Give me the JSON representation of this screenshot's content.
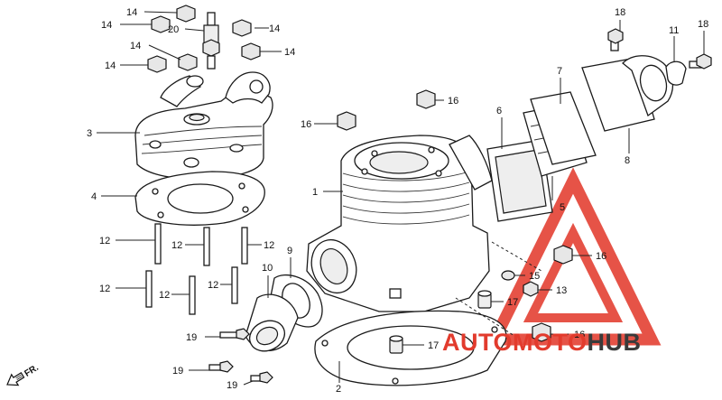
{
  "callouts": {
    "c14a": "14",
    "c14b": "14",
    "c14c": "14",
    "c14d": "14",
    "c14e": "14",
    "c20": "20",
    "c3": "3",
    "c4": "4",
    "c12a": "12",
    "c12b": "12",
    "c12c": "12",
    "c12d": "12",
    "c12e": "12",
    "c12f": "12",
    "c16a": "16",
    "c16b": "16",
    "c16c": "16",
    "c16d": "16",
    "c1": "1",
    "c6": "6",
    "c7": "7",
    "c8": "8",
    "c11": "11",
    "c18a": "18",
    "c18b": "18",
    "c5": "5",
    "c15": "15",
    "c13": "13",
    "c17a": "17",
    "c17b": "17",
    "c10": "10",
    "c9": "9",
    "c19a": "19",
    "c19b": "19",
    "c19c": "19",
    "c2": "2"
  },
  "direction": {
    "label": "FR."
  },
  "watermark": {
    "part1": "AUTO",
    "part2": "MOTO",
    "part3": "HUB",
    "accent": "#e23b2d",
    "dark": "#3a3a3a"
  }
}
